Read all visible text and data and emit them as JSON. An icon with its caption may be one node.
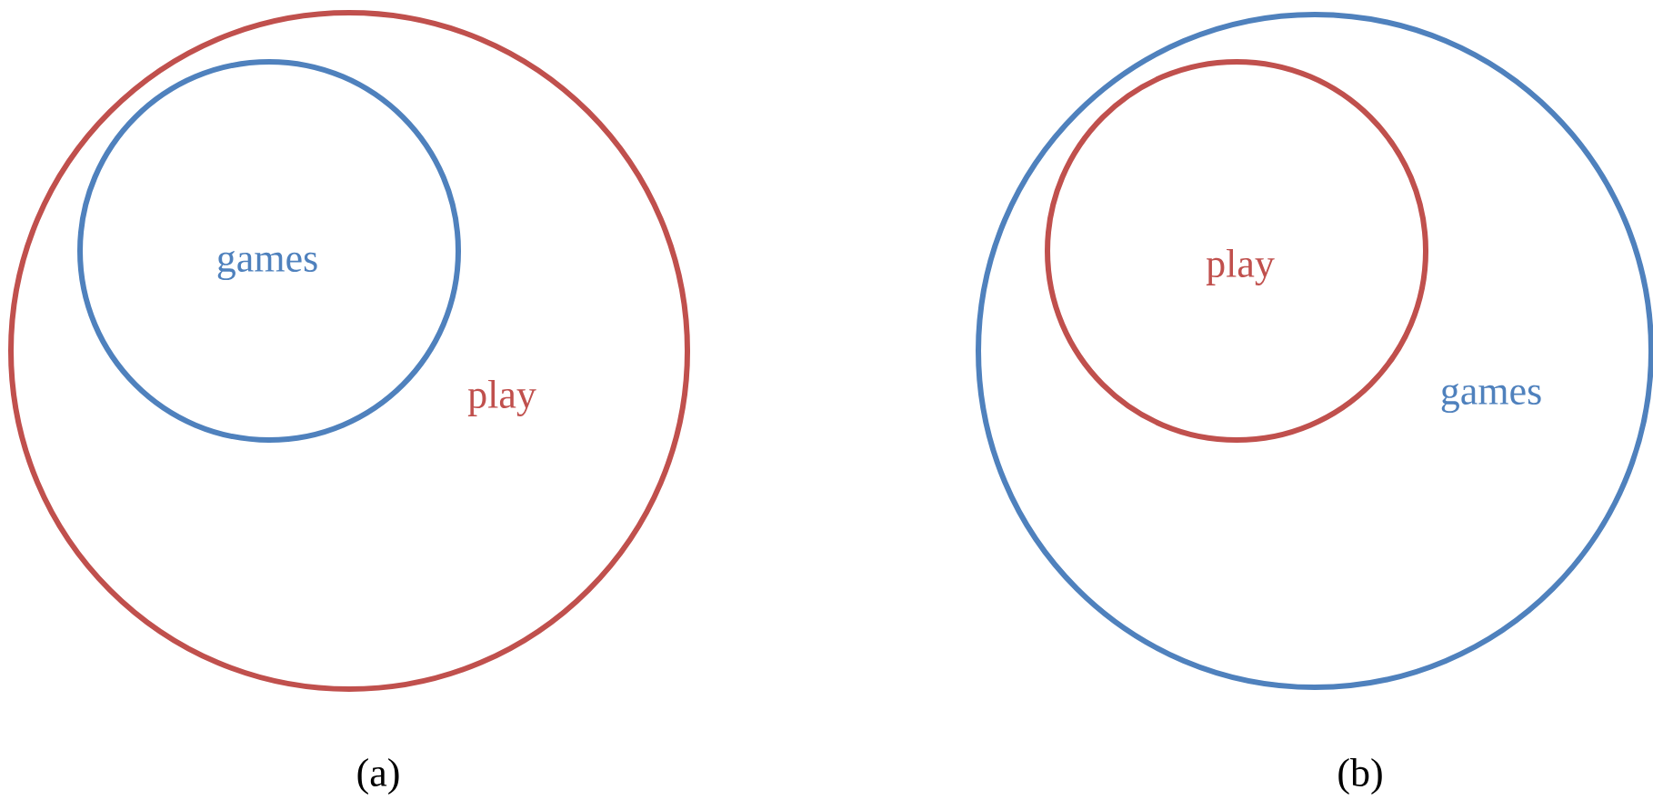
{
  "diagram": {
    "nodes": [
      {
        "text": [
          "play"
        ]
      },
      {
        "text": [
          "games"
        ],
        "in": 0
      },
      {
        "text": [
          "games"
        ]
      },
      {
        "text": [
          "play"
        ],
        "in": 2
      }
    ],
    "labels": [
      "(a)",
      "(b)"
    ]
  }
}
